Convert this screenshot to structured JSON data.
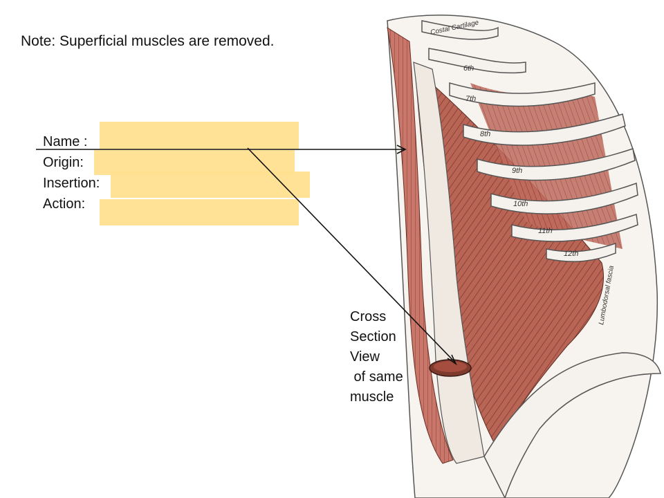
{
  "note": "Note:  Superficial muscles are removed.",
  "form": {
    "name_label": "Name :",
    "origin_label": "Origin:",
    "insertion_label": "Insertion:",
    "action_label": "Action:"
  },
  "cross_section": [
    "Cross",
    "Section",
    "View",
    " of same",
    "muscle"
  ],
  "illustration": {
    "cartilage_label": "Costal Cartilage",
    "rib_6": "6th",
    "rib_7": "7th",
    "rib_8": "8th",
    "rib_9": "9th",
    "rib_10": "10th",
    "rib_11": "11th",
    "rib_12": "12th",
    "fascia_label": "Lumbodorsal fascia"
  },
  "colors": {
    "highlight": "#ffe08f",
    "muscle": "#c86a5c",
    "sheath": "#efe9e2"
  }
}
